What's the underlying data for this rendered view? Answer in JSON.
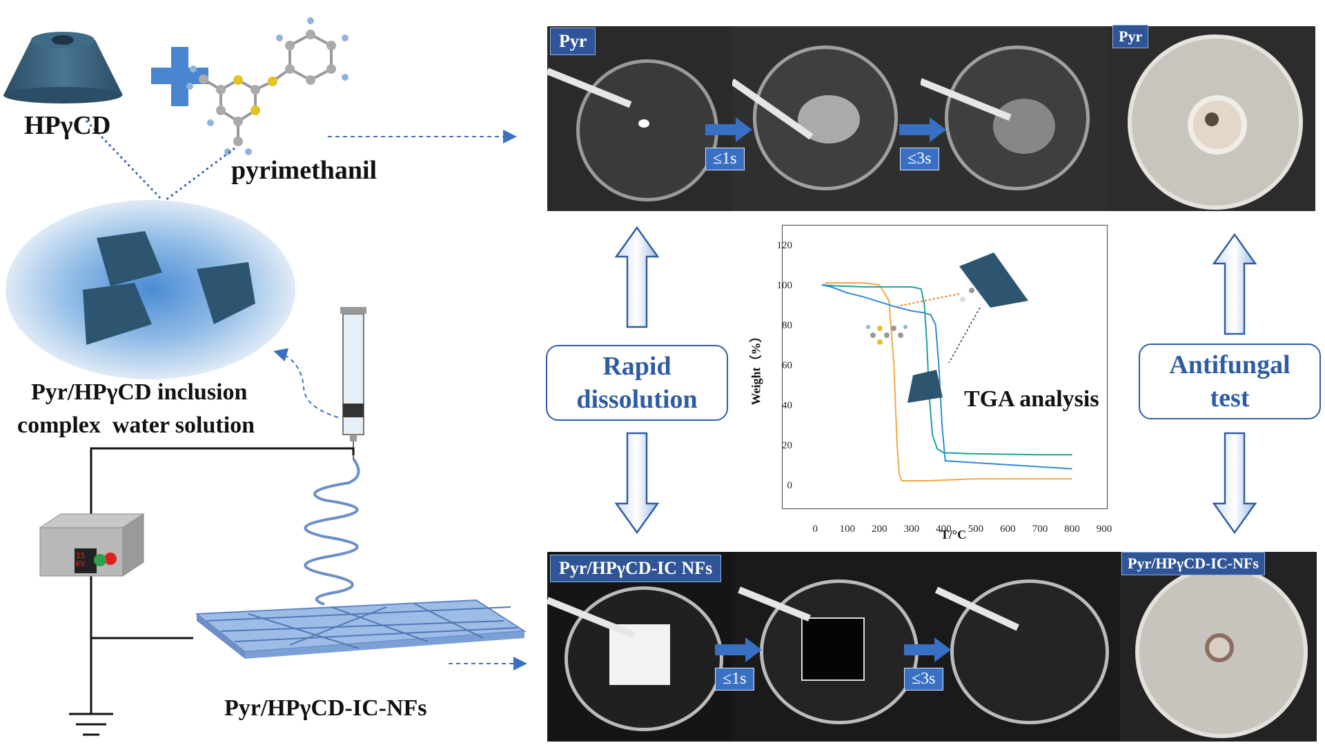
{
  "left": {
    "hpgcd_label": "HPγCD",
    "pyrimethanil_label": "pyrimethanil",
    "solution_label_line1": "Pyr/HPγCD inclusion",
    "solution_label_line2": "complex  water solution",
    "nf_label": "Pyr/HPγCD-IC-NFs",
    "power_display": "15 KV"
  },
  "top_row": {
    "tag": "Pyr",
    "step1": "≤1s",
    "step2": "≤3s",
    "antifungal_tag": "Pyr"
  },
  "bottom_row": {
    "tag": "Pyr/HPγCD-IC NFs",
    "step1": "≤1s",
    "step2": "≤3s",
    "antifungal_tag": "Pyr/HPγCD-IC-NFs"
  },
  "boxes": {
    "rapid_line1": "Rapid",
    "rapid_line2": "dissolution",
    "antifungal_line1": "Antifungal",
    "antifungal_line2": "test"
  },
  "chart_data": {
    "type": "line",
    "title": "TGA analysis",
    "xlabel": "T/°C",
    "ylabel": "Weight（%）",
    "xlim": [
      -50,
      900
    ],
    "ylim": [
      -8,
      130
    ],
    "x_ticks": [
      0,
      100,
      200,
      300,
      400,
      500,
      600,
      700,
      800,
      900
    ],
    "y_ticks": [
      0,
      20,
      40,
      60,
      80,
      100,
      120
    ],
    "series": [
      {
        "color": "#f4a640",
        "x": [
          30,
          60,
          100,
          150,
          200,
          230,
          245,
          255,
          262,
          270,
          350,
          500,
          700,
          800
        ],
        "y": [
          101,
          101,
          101,
          101,
          100,
          92,
          60,
          20,
          5,
          2,
          2,
          3,
          3,
          3
        ]
      },
      {
        "color": "#1aa39a",
        "x": [
          20,
          60,
          150,
          300,
          330,
          340,
          348,
          355,
          365,
          380,
          400,
          500,
          700,
          800
        ],
        "y": [
          100,
          99.5,
          99,
          99,
          98,
          90,
          70,
          45,
          25,
          18,
          16,
          15.5,
          15,
          15
        ]
      },
      {
        "color": "#2e8ad8",
        "x": [
          20,
          50,
          100,
          150,
          190,
          250,
          300,
          340,
          360,
          375,
          385,
          395,
          405,
          500,
          600,
          700,
          800
        ],
        "y": [
          100,
          99,
          96,
          94,
          92,
          89,
          87,
          86,
          85,
          80,
          60,
          30,
          12,
          11,
          10,
          9,
          8
        ]
      }
    ]
  },
  "colors": {
    "accent": "#2e5ca3",
    "tag_bg": "#2f5597",
    "arrow": "#3a70c4"
  }
}
